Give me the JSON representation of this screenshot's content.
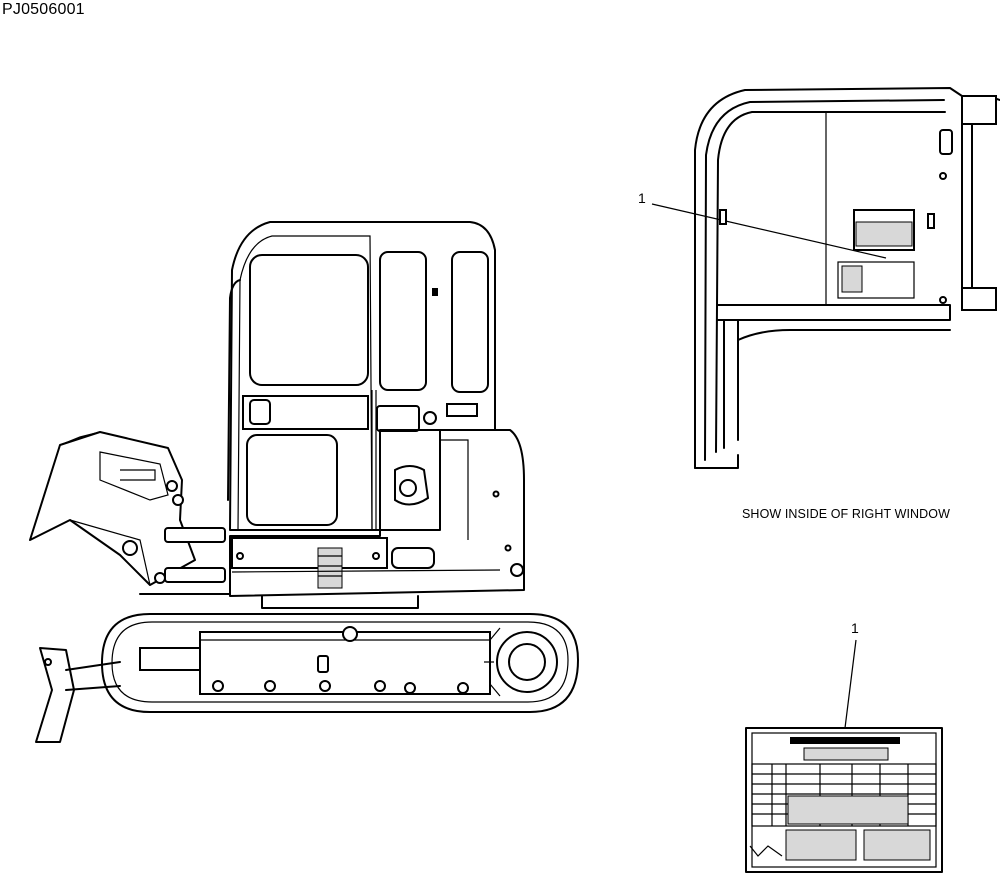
{
  "figure": {
    "doc_id": "PJ0506001",
    "caption": "SHOW INSIDE OF RIGHT WINDOW",
    "callouts": [
      "1",
      "1"
    ]
  }
}
